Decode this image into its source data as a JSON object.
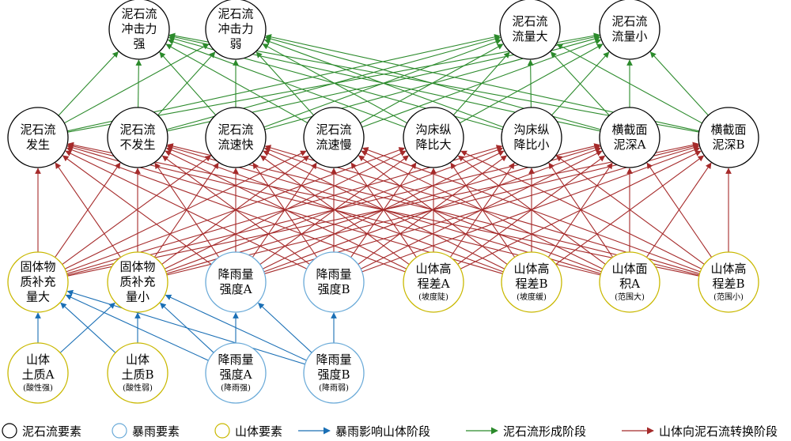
{
  "colors": {
    "debris_node": "#000000",
    "rain_node": "#6aaad8",
    "mountain_node": "#c9b800",
    "rain_to_mountain": "#1a6fb5",
    "debris_formation": "#2b8a2b",
    "mountain_to_debris": "#a52a2a"
  },
  "nodes": {
    "t1": {
      "lines": [
        "泥石流",
        "冲击力",
        "强"
      ],
      "type": "debris"
    },
    "t2": {
      "lines": [
        "泥石流",
        "冲击力",
        "弱"
      ],
      "type": "debris"
    },
    "t3": {
      "lines": [
        "泥石流",
        "流量大"
      ],
      "type": "debris"
    },
    "t4": {
      "lines": [
        "泥石流",
        "流量小"
      ],
      "type": "debris"
    },
    "m1": {
      "lines": [
        "泥石流",
        "发生"
      ],
      "type": "debris"
    },
    "m2": {
      "lines": [
        "泥石流",
        "不发生"
      ],
      "type": "debris"
    },
    "m3": {
      "lines": [
        "泥石流",
        "流速快"
      ],
      "type": "debris"
    },
    "m4": {
      "lines": [
        "泥石流",
        "流速慢"
      ],
      "type": "debris"
    },
    "m5": {
      "lines": [
        "沟床纵",
        "降比大"
      ],
      "type": "debris"
    },
    "m6": {
      "lines": [
        "沟床纵",
        "降比小"
      ],
      "type": "debris"
    },
    "m7": {
      "lines": [
        "横截面",
        "泥深A"
      ],
      "type": "debris"
    },
    "m8": {
      "lines": [
        "横截面",
        "泥深B"
      ],
      "type": "debris"
    },
    "b1": {
      "lines": [
        "固体物",
        "质补充",
        "量大"
      ],
      "type": "mountain"
    },
    "b2": {
      "lines": [
        "固体物",
        "质补充",
        "量小"
      ],
      "type": "mountain"
    },
    "b3": {
      "lines": [
        "降雨量",
        "强度A"
      ],
      "type": "rain"
    },
    "b4": {
      "lines": [
        "降雨量",
        "强度B"
      ],
      "type": "rain"
    },
    "b5": {
      "lines": [
        "山体高",
        "程差A"
      ],
      "note": "(坡度陡)",
      "type": "mountain"
    },
    "b6": {
      "lines": [
        "山体高",
        "程差B"
      ],
      "note": "(坡度缓)",
      "type": "mountain"
    },
    "b7": {
      "lines": [
        "山体面",
        "积A"
      ],
      "note": "(范围大)",
      "type": "mountain"
    },
    "b8": {
      "lines": [
        "山体高",
        "程差B"
      ],
      "note": "(范围小)",
      "type": "mountain"
    },
    "r1": {
      "lines": [
        "山体",
        "土质A"
      ],
      "note": "(酸性强)",
      "type": "mountain"
    },
    "r2": {
      "lines": [
        "山体",
        "土质B"
      ],
      "note": "(酸性弱)",
      "type": "mountain"
    },
    "r3": {
      "lines": [
        "降雨量",
        "强度A"
      ],
      "note": "(降雨强)",
      "type": "rain"
    },
    "r4": {
      "lines": [
        "降雨量",
        "强度B"
      ],
      "note": "(降雨弱)",
      "type": "rain"
    }
  },
  "edges": {
    "rain_to_mountain": [
      [
        "r1",
        "b1"
      ],
      [
        "r1",
        "b2"
      ],
      [
        "r2",
        "b1"
      ],
      [
        "r2",
        "b2"
      ],
      [
        "r3",
        "b1"
      ],
      [
        "r3",
        "b2"
      ],
      [
        "r3",
        "b3"
      ],
      [
        "r4",
        "b1"
      ],
      [
        "r4",
        "b2"
      ],
      [
        "r4",
        "b3"
      ],
      [
        "r4",
        "b4"
      ]
    ],
    "debris_formation": [
      [
        "m1",
        "t1"
      ],
      [
        "m1",
        "t2"
      ],
      [
        "m1",
        "t3"
      ],
      [
        "m1",
        "t4"
      ],
      [
        "m2",
        "t1"
      ],
      [
        "m2",
        "t2"
      ],
      [
        "m2",
        "t3"
      ],
      [
        "m2",
        "t4"
      ],
      [
        "m3",
        "t1"
      ],
      [
        "m3",
        "t2"
      ],
      [
        "m3",
        "t3"
      ],
      [
        "m3",
        "t4"
      ],
      [
        "m4",
        "t1"
      ],
      [
        "m4",
        "t2"
      ],
      [
        "m4",
        "t3"
      ],
      [
        "m4",
        "t4"
      ],
      [
        "m5",
        "t1"
      ],
      [
        "m5",
        "t2"
      ],
      [
        "m5",
        "t3"
      ],
      [
        "m5",
        "t4"
      ],
      [
        "m6",
        "t1"
      ],
      [
        "m6",
        "t2"
      ],
      [
        "m6",
        "t3"
      ],
      [
        "m6",
        "t4"
      ],
      [
        "m7",
        "t1"
      ],
      [
        "m7",
        "t2"
      ],
      [
        "m7",
        "t3"
      ],
      [
        "m7",
        "t4"
      ],
      [
        "m8",
        "t1"
      ],
      [
        "m8",
        "t2"
      ],
      [
        "m8",
        "t3"
      ],
      [
        "m8",
        "t4"
      ]
    ],
    "mountain_to_debris": [
      [
        "b1",
        "m1"
      ],
      [
        "b1",
        "m2"
      ],
      [
        "b1",
        "m3"
      ],
      [
        "b1",
        "m4"
      ],
      [
        "b1",
        "m5"
      ],
      [
        "b1",
        "m6"
      ],
      [
        "b1",
        "m7"
      ],
      [
        "b1",
        "m8"
      ],
      [
        "b2",
        "m1"
      ],
      [
        "b2",
        "m2"
      ],
      [
        "b2",
        "m3"
      ],
      [
        "b2",
        "m4"
      ],
      [
        "b2",
        "m5"
      ],
      [
        "b2",
        "m6"
      ],
      [
        "b2",
        "m7"
      ],
      [
        "b2",
        "m8"
      ],
      [
        "b3",
        "m1"
      ],
      [
        "b3",
        "m2"
      ],
      [
        "b3",
        "m3"
      ],
      [
        "b3",
        "m4"
      ],
      [
        "b3",
        "m5"
      ],
      [
        "b3",
        "m6"
      ],
      [
        "b3",
        "m7"
      ],
      [
        "b3",
        "m8"
      ],
      [
        "b4",
        "m1"
      ],
      [
        "b4",
        "m2"
      ],
      [
        "b4",
        "m3"
      ],
      [
        "b4",
        "m4"
      ],
      [
        "b4",
        "m5"
      ],
      [
        "b4",
        "m6"
      ],
      [
        "b4",
        "m7"
      ],
      [
        "b4",
        "m8"
      ],
      [
        "b5",
        "m1"
      ],
      [
        "b5",
        "m2"
      ],
      [
        "b5",
        "m3"
      ],
      [
        "b5",
        "m4"
      ],
      [
        "b5",
        "m5"
      ],
      [
        "b5",
        "m6"
      ],
      [
        "b5",
        "m7"
      ],
      [
        "b5",
        "m8"
      ],
      [
        "b6",
        "m1"
      ],
      [
        "b6",
        "m2"
      ],
      [
        "b6",
        "m3"
      ],
      [
        "b6",
        "m4"
      ],
      [
        "b6",
        "m5"
      ],
      [
        "b6",
        "m6"
      ],
      [
        "b6",
        "m7"
      ],
      [
        "b6",
        "m8"
      ],
      [
        "b7",
        "m1"
      ],
      [
        "b7",
        "m2"
      ],
      [
        "b7",
        "m3"
      ],
      [
        "b7",
        "m4"
      ],
      [
        "b7",
        "m5"
      ],
      [
        "b7",
        "m6"
      ],
      [
        "b7",
        "m7"
      ],
      [
        "b7",
        "m8"
      ],
      [
        "b8",
        "m1"
      ],
      [
        "b8",
        "m2"
      ],
      [
        "b8",
        "m3"
      ],
      [
        "b8",
        "m4"
      ],
      [
        "b8",
        "m5"
      ],
      [
        "b8",
        "m6"
      ],
      [
        "b8",
        "m7"
      ],
      [
        "b8",
        "m8"
      ]
    ]
  },
  "legend": {
    "debris": "泥石流要素",
    "rain": "暴雨要素",
    "mountain": "山体要素",
    "rain_to_mountain": "暴雨影响山体阶段",
    "debris_formation": "泥石流形成阶段",
    "mountain_to_debris": "山体向泥石流转换阶段"
  }
}
